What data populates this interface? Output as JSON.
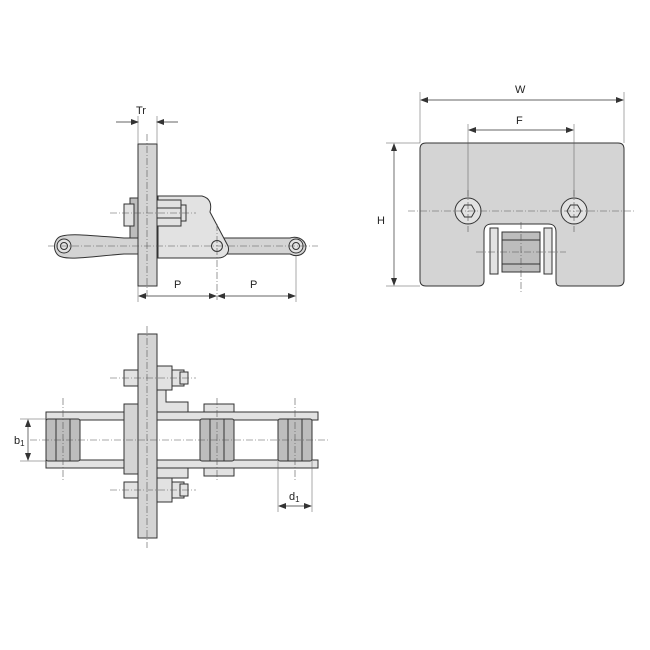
{
  "labels": {
    "tr": "Tr",
    "p_left": "P",
    "p_right": "P",
    "w": "W",
    "f": "F",
    "h": "H",
    "b1": "b",
    "b1_sub": "1",
    "d1": "d",
    "d1_sub": "1"
  },
  "colors": {
    "part_fill": "#d4d4d4",
    "part_light": "#e2e2e2",
    "part_dark": "#bdbdbd",
    "line": "#333333"
  }
}
